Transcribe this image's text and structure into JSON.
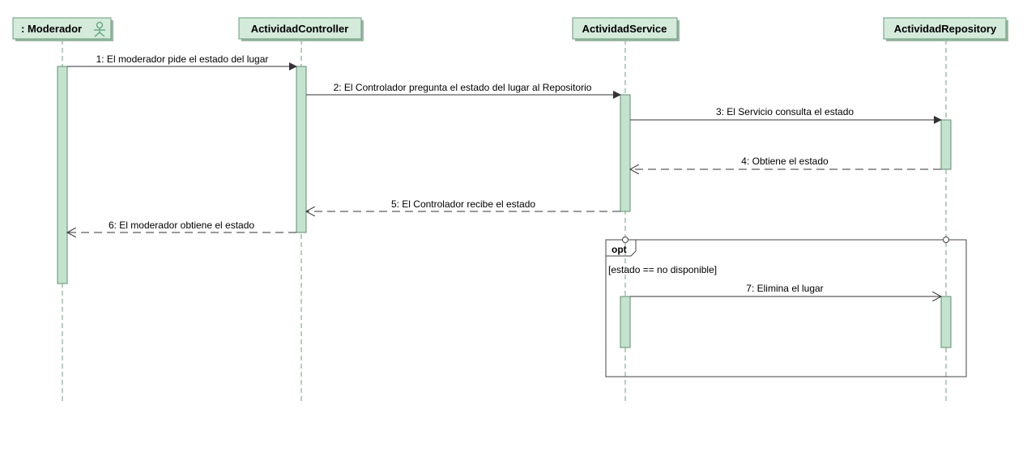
{
  "diagram_type": "sequence",
  "colors": {
    "head_fill": "#d4eadb",
    "head_stroke": "#6a9a7c",
    "activation_fill": "#c4e3cf",
    "activation_stroke": "#5e8f6f",
    "lifeline": "#6d9c80",
    "message": "#333333",
    "actor_icon": "#5aa377",
    "frame": "#444444"
  },
  "participants": [
    {
      "id": "moderador",
      "label": ": Moderador",
      "icon": "actor-icon"
    },
    {
      "id": "controller",
      "label": "ActividadController"
    },
    {
      "id": "service",
      "label": "ActividadService"
    },
    {
      "id": "repository",
      "label": "ActividadRepository"
    }
  ],
  "messages": [
    {
      "label": "1: El moderador pide el estado del lugar",
      "from": "moderador",
      "to": "controller",
      "type": "sync"
    },
    {
      "label": "2: El Controlador pregunta el estado del lugar al Repositorio",
      "from": "controller",
      "to": "service",
      "type": "sync"
    },
    {
      "label": "3: El Servicio consulta el estado",
      "from": "service",
      "to": "repository",
      "type": "sync"
    },
    {
      "label": "4: Obtiene el estado",
      "from": "repository",
      "to": "service",
      "type": "return"
    },
    {
      "label": "5: El Controlador recibe el estado",
      "from": "service",
      "to": "controller",
      "type": "return"
    },
    {
      "label": "6: El moderador obtiene el estado",
      "from": "controller",
      "to": "moderador",
      "type": "return"
    },
    {
      "label": "7: Elimina el lugar",
      "from": "service",
      "to": "repository",
      "type": "async"
    }
  ],
  "fragment": {
    "operator": "opt",
    "guard": "[estado == no disponible]"
  }
}
